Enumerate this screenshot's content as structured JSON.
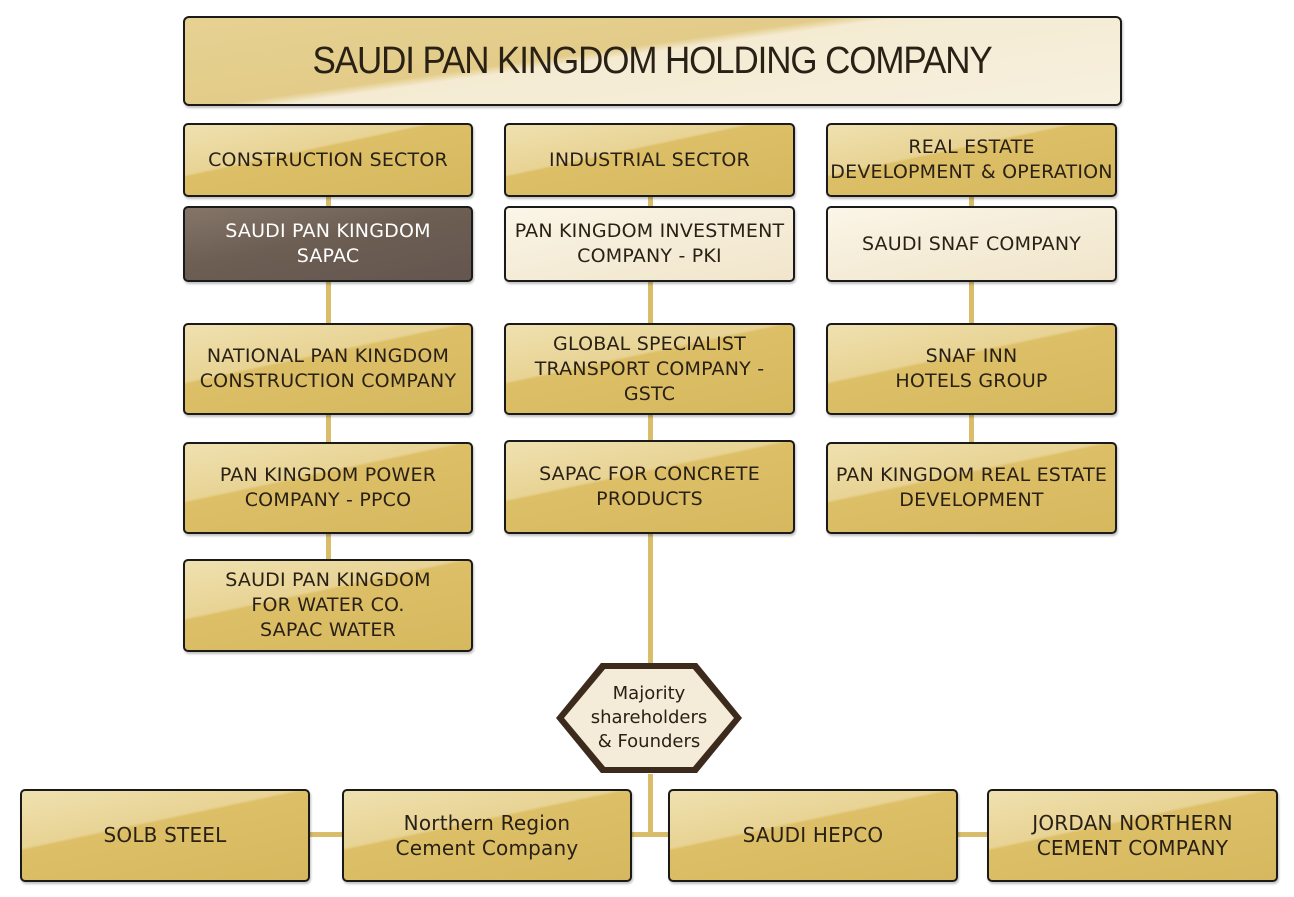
{
  "title": "SAUDI PAN KINGDOM HOLDING COMPANY",
  "sectors": [
    {
      "header": "CONSTRUCTION SECTOR",
      "companies": [
        "SAUDI PAN KINGDOM\nSAPAC",
        "NATIONAL PAN KINGDOM\nCONSTRUCTION COMPANY",
        "PAN KINGDOM POWER\nCOMPANY - PPCO",
        "SAUDI PAN KINGDOM\nFOR WATER CO.\nSAPAC WATER"
      ]
    },
    {
      "header": "INDUSTRIAL SECTOR",
      "companies": [
        "PAN KINGDOM INVESTMENT\nCOMPANY - PKI",
        "GLOBAL SPECIALIST\nTRANSPORT COMPANY - GSTC",
        "SAPAC  FOR CONCRETE\nPRODUCTS"
      ]
    },
    {
      "header": "REAL ESTATE\nDEVELOPMENT & OPERATION",
      "companies": [
        "SAUDI SNAF COMPANY",
        "SNAF INN\nHOTELS GROUP",
        "PAN KINGDOM REAL ESTATE\nDEVELOPMENT"
      ]
    }
  ],
  "shareholders": "Majority\nshareholders\n& Founders",
  "affiliates": [
    "SOLB STEEL",
    "Northern Region\nCement Company",
    "SAUDI HEPCO",
    "JORDAN NORTHERN\nCEMENT COMPANY"
  ]
}
